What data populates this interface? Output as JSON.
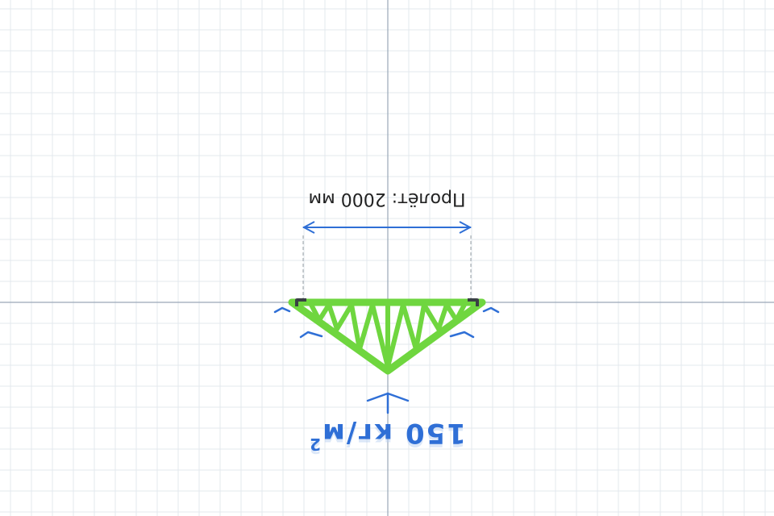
{
  "dimension": {
    "label": "Пролёт: 2000 мм"
  },
  "load": {
    "value": "150",
    "unit": "кг/м",
    "unit_exponent": "2"
  },
  "colors": {
    "background": "#ffffff",
    "grid": "#e3e8ee",
    "axis": "#9aa8b8",
    "dimension_line": "#2f6fd6",
    "truss_fill": "#6fd63f",
    "truss_stroke": "#4bb52a",
    "load_text": "#2f6fd6",
    "load_shadow": "#b9d0f3",
    "support": "#3a3f45",
    "extension_line": "#9aa0a6"
  },
  "icons": {
    "load_arrow": "arrow-up-icon",
    "support": "support-bracket-icon",
    "reaction_arrow": "chevron-icon"
  }
}
